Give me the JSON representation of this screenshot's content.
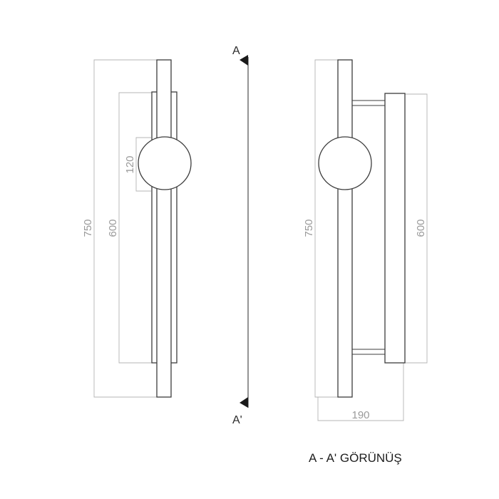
{
  "front_view": {
    "dim_height_total": "750",
    "dim_height_inner": "600",
    "dim_globe": "120"
  },
  "section_markers": {
    "top": "A",
    "bottom": "A'"
  },
  "side_view": {
    "dim_height_total": "750",
    "dim_height_inner": "600",
    "dim_depth": "190"
  },
  "caption": "A - A' GÖRÜNÜŞ"
}
